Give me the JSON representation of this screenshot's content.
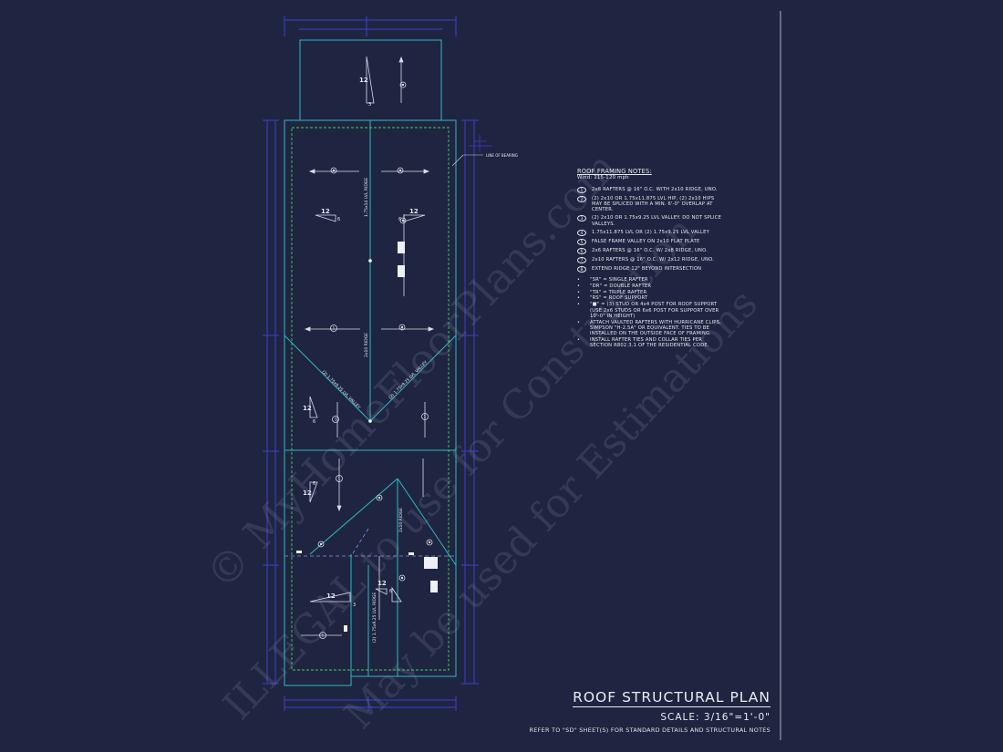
{
  "plan": {
    "title": "ROOF STRUCTURAL PLAN",
    "scale": "SCALE: 3/16\"=1'-0\"",
    "reference": "REFER TO \"SD\" SHEET(S) FOR STANDARD DETAILS AND STRUCTURAL NOTES"
  },
  "notes": {
    "title": "ROOF FRAMING NOTES:",
    "wind": "Wind: 115-120 mph",
    "items": [
      {
        "num": "1",
        "text": "2x8 RAFTERS @ 16\" O.C. WITH 2x10 RIDGE, UNO."
      },
      {
        "num": "2",
        "text": "(2) 2x10 OR 1.75x11.875 LVL HIP, (2) 2x10 HIPS MAY BE SPLICED WITH A MIN. 6'-0\" OVERLAP AT CENTER."
      },
      {
        "num": "3",
        "text": "(2) 2x10 OR 1.75x9.25 LVL VALLEY. DO NOT SPLICE VALLEYS."
      },
      {
        "num": "4",
        "text": "1.75x11.875 LVL OR (2) 1.75x9.25 LVL VALLEY"
      },
      {
        "num": "5",
        "text": "FALSE FRAME VALLEY ON 2x10 FLAT PLATE"
      },
      {
        "num": "6",
        "text": "2x6 RAFTERS @ 16\" O.C. W/ 2x8 RIDGE, UNO."
      },
      {
        "num": "7",
        "text": "2x10 RAFTERS @ 16\" O.C. W/ 2x12 RIDGE, UNO."
      },
      {
        "num": "8",
        "text": "EXTEND RIDGE 12\" BEYOND INTERSECTION"
      }
    ],
    "bullets": [
      "\"SR\" = SINGLE RAFTER",
      "\"DR\" = DOUBLE RAFTER",
      "\"TR\" = TRIPLE RAFTER",
      "\"RS\" = ROOF SUPPORT",
      "\"■\" = (3) STUD OR 4x4 POST FOR ROOF SUPPORT (USE 2x6 STUDS OR 6x6 POST FOR SUPPORT OVER 10'-0\" IN HEIGHT)",
      "ATTACH VAULTED RAFTERS WITH HURRICANE CLIPS, SIMPSON \"H-2.5A\" OR EQUIVALENT. TIES TO BE INSTALLED ON THE OUTSIDE FACE OF FRAMING.",
      "INSTALL RAFTER TIES AND COLLAR TIES PER SECTION R802.3.1 OF THE RESIDENTIAL CODE."
    ]
  },
  "drawing": {
    "ridge_label_upper": "1.75x14 LVL RIDGE",
    "ridge_label_mid": "2x10 RIDGE",
    "valley_left": "(2) 1.75x9.25 LVL VALLEY",
    "valley_right": "(2) 1.75x9.25 LVL VALLEY",
    "ridge_label_lower": "2x10 RIDGE",
    "ridge_label_bottom": "(2) 1.75x9.25 LVL RIDGE",
    "line_of_bearing": "LINE OF BEARING",
    "pitch_rise": "12",
    "pitch_runs": [
      "3",
      "6",
      "6",
      "6",
      "6",
      "3",
      "6"
    ],
    "note_tag": "1"
  },
  "watermark": {
    "line1": "© MyHomeFloorPlans.com",
    "line2": "ILLEGAL to use for Construction",
    "line3": "May be used for Estimations"
  },
  "colors": {
    "background": "#1f2540",
    "outline": "#2fb8c4",
    "dimension": "#3d3fd1",
    "dashed": "#3ad15a",
    "text": "#e6e9f2"
  }
}
